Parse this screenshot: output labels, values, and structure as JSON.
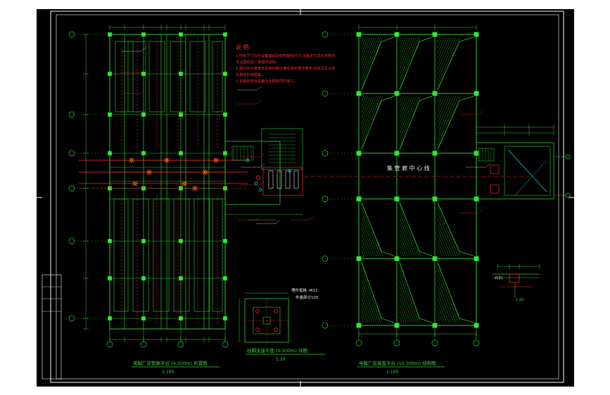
{
  "colors": {
    "background": "#000000",
    "frame": "#ffffff",
    "grid": "#32cd32",
    "dim": "#3cd23c",
    "highlight": "#ff2a2a",
    "label": "#e6e6e6",
    "column": "#35e635",
    "accent": "#00ffff"
  },
  "notes": {
    "heading": "说 明:",
    "lines": [
      "1.所标尺寸均为设备基础及结构轴线尺寸,设备定位详见各相关",
      "  专业图纸及厂家提供资料。",
      "2.图中所示管道支吊架间距应满足相关规范要求,具体详见大样",
      "  及相关标准图集。",
      "3.本图应结合设备专业图纸同时施工。"
    ]
  },
  "center_label": "集 管 廊 中 心 线",
  "titles": {
    "left_plan": "电解厂房管廊平台 (4.500m) 布置图",
    "left_scale": "1:100",
    "detail_plan": "柱脚支座平面 (0.500m) 详图",
    "detail_scale": "1:20",
    "right_plan": "电解厂房屋盖平台 (10.500m) 结构图",
    "right_scale": "1:100",
    "small_detail": "1:20"
  },
  "tags": {
    "embed": "埋件规格 -M22",
    "embed_note": "外露部分100",
    "detail_mark": "2(1)"
  }
}
